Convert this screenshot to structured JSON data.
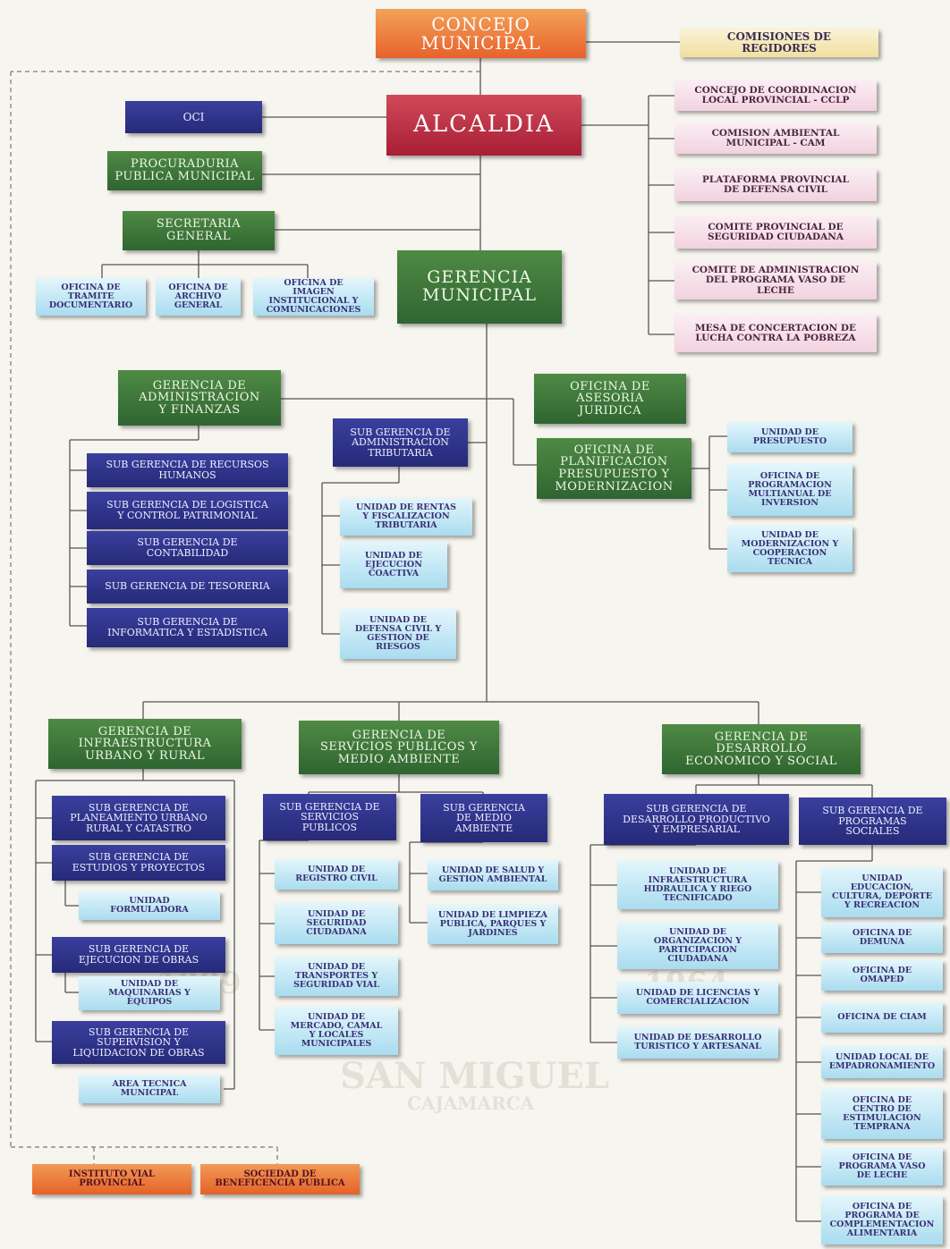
{
  "watermark": {
    "line1": "SAN MIGUEL",
    "line2": "CAJAMARCA",
    "year_left": "1889",
    "year_right": "1964"
  },
  "top": {
    "concejo": "CONCEJO\nMUNICIPAL",
    "comisiones": "COMISIONES DE\nREGIDORES",
    "alcaldia": "ALCALDIA",
    "oci": "OCI",
    "procuraduria": "PROCURADURIA\nPUBLICA MUNICIPAL",
    "secretaria": "SECRETARIA\nGENERAL",
    "gerencia_municipal": "GERENCIA\nMUNICIPAL"
  },
  "secretaria_oficinas": [
    "OFICINA DE\nTRAMITE\nDOCUMENTARIO",
    "OFICINA DE\nARCHIVO\nGENERAL",
    "OFICINA DE\nIMAGEN\nINSTITUCIONAL Y\nCOMUNICACIONES"
  ],
  "consejos": [
    "CONCEJO DE COORDINACION\nLOCAL PROVINCIAL - CCLP",
    "COMISION AMBIENTAL\nMUNICIPAL - CAM",
    "PLATAFORMA PROVINCIAL\nDE DEFENSA CIVIL",
    "COMITE PROVINCIAL DE\nSEGURIDAD CIUDADANA",
    "COMITE DE ADMINISTRACION\nDEL PROGRAMA VASO DE\nLECHE",
    "MESA DE CONCERTACION DE\nLUCHA CONTRA LA POBREZA"
  ],
  "admin": {
    "title": "GERENCIA DE\nADMINISTRACION\nY FINANZAS",
    "subs": [
      "SUB GERENCIA DE RECURSOS\nHUMANOS",
      "SUB GERENCIA DE LOGISTICA\nY CONTROL PATRIMONIAL",
      "SUB GERENCIA DE\nCONTABILIDAD",
      "SUB GERENCIA DE TESORERIA",
      "SUB GERENCIA DE\nINFORMATICA Y ESTADISTICA"
    ]
  },
  "tributaria": {
    "title": "SUB GERENCIA DE\nADMINISTRACION\nTRIBUTARIA",
    "units": [
      "UNIDAD DE RENTAS\nY FISCALIZACION\nTRIBUTARIA",
      "UNIDAD DE\nEJECUCION\nCOACTIVA",
      "UNIDAD DE\nDEFENSA CIVIL Y\nGESTION DE\nRIESGOS"
    ]
  },
  "asesoria": "OFICINA DE\nASESORIA\nJURIDICA",
  "planificacion": {
    "title": "OFICINA DE\nPLANIFICACION\nPRESUPUESTO Y\nMODERNIZACION",
    "units": [
      "UNIDAD DE\nPRESUPUESTO",
      "OFICINA DE\nPROGRAMACION\nMULTIANUAL DE\nINVERSION",
      "UNIDAD DE\nMODERNIZACION Y\nCOOPERACION\nTECNICA"
    ]
  },
  "infra": {
    "title": "GERENCIA DE\nINFRAESTRUCTURA\nURBANO Y RURAL",
    "subs": [
      "SUB GERENCIA DE\nPLANEAMIENTO URBANO\nRURAL Y CATASTRO",
      "SUB GERENCIA DE\nESTUDIOS Y PROYECTOS",
      "UNIDAD\nFORMULADORA",
      "SUB GERENCIA DE\nEJECUCION DE OBRAS",
      "UNIDAD DE\nMAQUINARIAS Y\nEQUIPOS",
      "SUB GERENCIA DE\nSUPERVISION Y\nLIQUIDACION DE OBRAS",
      "AREA TECNICA\nMUNICIPAL"
    ]
  },
  "servicios": {
    "title": "GERENCIA DE\nSERVICIOS PUBLICOS Y\nMEDIO AMBIENTE",
    "sub_servicios": "SUB GERENCIA DE\nSERVICIOS\nPUBLICOS",
    "sub_medio": "SUB GERENCIA\nDE MEDIO\nAMBIENTE",
    "units_servicios": [
      "UNIDAD DE\nREGISTRO CIVIL",
      "UNIDAD DE\nSEGURIDAD\nCIUDADANA",
      "UNIDAD DE\nTRANSPORTES Y\nSEGURIDAD VIAL",
      "UNIDAD DE\nMERCADO, CAMAL\nY LOCALES\nMUNICIPALES"
    ],
    "units_medio": [
      "UNIDAD DE SALUD Y\nGESTION AMBIENTAL",
      "UNIDAD DE LIMPIEZA\nPUBLICA, PARQUES Y\nJARDINES"
    ]
  },
  "desarrollo": {
    "title": "GERENCIA DE\nDESARROLLO\nECONOMICO Y SOCIAL",
    "sub_productivo": "SUB GERENCIA DE\nDESARROLLO PRODUCTIVO\nY EMPRESARIAL",
    "sub_programas": "SUB GERENCIA DE\nPROGRAMAS\nSOCIALES",
    "units_productivo": [
      "UNIDAD DE\nINFRAESTRUCTURA\nHIDRAULICA Y RIEGO\nTECNIFICADO",
      "UNIDAD DE\nORGANIZACION Y\nPARTICIPACION\nCIUDADANA",
      "UNIDAD DE LICENCIAS Y\nCOMERCIALIZACION",
      "UNIDAD DE DESARROLLO\nTURISTICO Y ARTESANAL"
    ],
    "units_programas": [
      "UNIDAD\nEDUCACION,\nCULTURA, DEPORTE\nY RECREACION",
      "OFICINA DE\nDEMUNA",
      "OFICINA DE\nOMAPED",
      "OFICINA DE CIAM",
      "UNIDAD LOCAL DE\nEMPADRONAMIENTO",
      "OFICINA DE\nCENTRO DE\nESTIMULACION\nTEMPRANA",
      "OFICINA DE\nPROGRAMA VASO\nDE LECHE",
      "OFICINA DE\nPROGRAMA DE\nCOMPLEMENTACION\nALIMENTARIA"
    ]
  },
  "bottom": [
    "INSTITUTO VIAL\nPROVINCIAL",
    "SOCIEDAD DE\nBENEFICENCIA PUBLICA"
  ]
}
